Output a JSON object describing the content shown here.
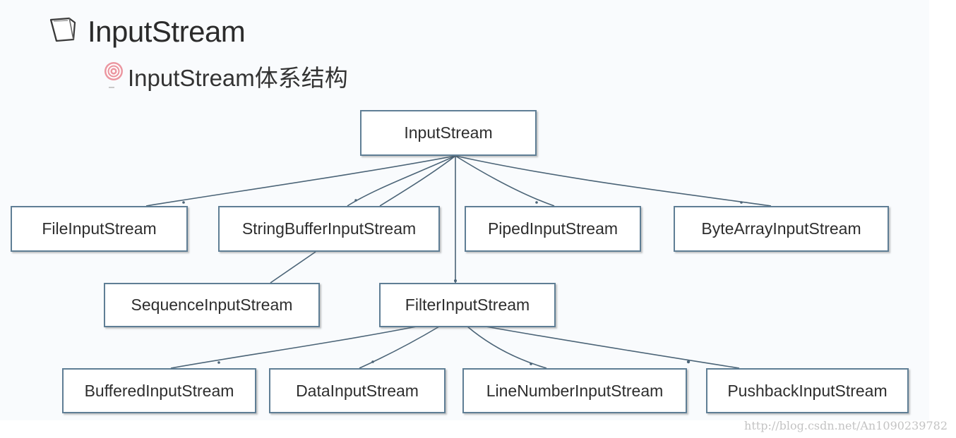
{
  "title": "InputStream",
  "subtitle": "InputStream体系结构",
  "icons": {
    "title": "notebook-icon",
    "subtitle": "bullet-icon"
  },
  "nodes": {
    "root": "InputStream",
    "file": "FileInputStream",
    "string_buffer": "StringBufferInputStream",
    "piped": "PipedInputStream",
    "byte_array": "ByteArrayInputStream",
    "sequence": "SequenceInputStream",
    "filter": "FilterInputStream",
    "buffered": "BufferedInputStream",
    "data": "DataInputStream",
    "line_number": "LineNumberInputStream",
    "pushback": "PushbackInputStream"
  },
  "watermark": "http://blog.csdn.net/An1090239782"
}
